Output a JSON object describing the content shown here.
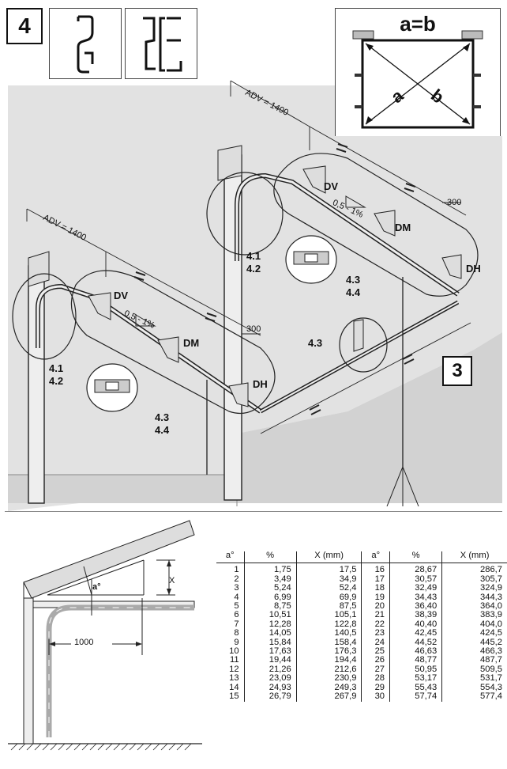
{
  "step": {
    "number": "4",
    "sub_number": "3"
  },
  "ab_label": "a=b",
  "ab_diag": {
    "a": "a",
    "b": "b"
  },
  "dimensions": {
    "adv_top": "ADV = 1400",
    "adv_left": "ADV = 1400",
    "d300_a": "300",
    "d300_b": "300",
    "d1000": "1000",
    "x": "X",
    "angle": "a°"
  },
  "labels": {
    "dv1": "DV",
    "dv2": "DV",
    "dm1": "DM",
    "dm2": "DM",
    "dh1": "DH",
    "dh2": "DH",
    "slope1": "0,5 - 1%",
    "slope2": "0,5 - 1%",
    "ref_41_1": "4.1",
    "ref_42_1": "4.2",
    "ref_41_2": "4.1",
    "ref_42_2": "4.2",
    "ref_43_1": "4.3",
    "ref_44_1": "4.4",
    "ref_43_2": "4.3",
    "ref_44_2": "4.4",
    "ref_43_3": "4.3"
  },
  "table": {
    "headers": [
      "a°",
      "%",
      "X (mm)",
      "a°",
      "%",
      "X (mm)"
    ],
    "rows": [
      [
        "1",
        "1,75",
        "17,5",
        "16",
        "28,67",
        "286,7"
      ],
      [
        "2",
        "3,49",
        "34,9",
        "17",
        "30,57",
        "305,7"
      ],
      [
        "3",
        "5,24",
        "52,4",
        "18",
        "32,49",
        "324,9"
      ],
      [
        "4",
        "6,99",
        "69,9",
        "19",
        "34,43",
        "344,3"
      ],
      [
        "5",
        "8,75",
        "87,5",
        "20",
        "36,40",
        "364,0"
      ],
      [
        "6",
        "10,51",
        "105,1",
        "21",
        "38,39",
        "383,9"
      ],
      [
        "7",
        "12,28",
        "122,8",
        "22",
        "40,40",
        "404,0"
      ],
      [
        "8",
        "14,05",
        "140,5",
        "23",
        "42,45",
        "424,5"
      ],
      [
        "9",
        "15,84",
        "158,4",
        "24",
        "44,52",
        "445,2"
      ],
      [
        "10",
        "17,63",
        "176,3",
        "25",
        "46,63",
        "466,3"
      ],
      [
        "11",
        "19,44",
        "194,4",
        "26",
        "48,77",
        "487,7"
      ],
      [
        "12",
        "21,26",
        "212,6",
        "27",
        "50,95",
        "509,5"
      ],
      [
        "13",
        "23,09",
        "230,9",
        "28",
        "53,17",
        "531,7"
      ],
      [
        "14",
        "24,93",
        "249,3",
        "29",
        "55,43",
        "554,3"
      ],
      [
        "15",
        "26,79",
        "267,9",
        "30",
        "57,74",
        "577,4"
      ]
    ]
  }
}
